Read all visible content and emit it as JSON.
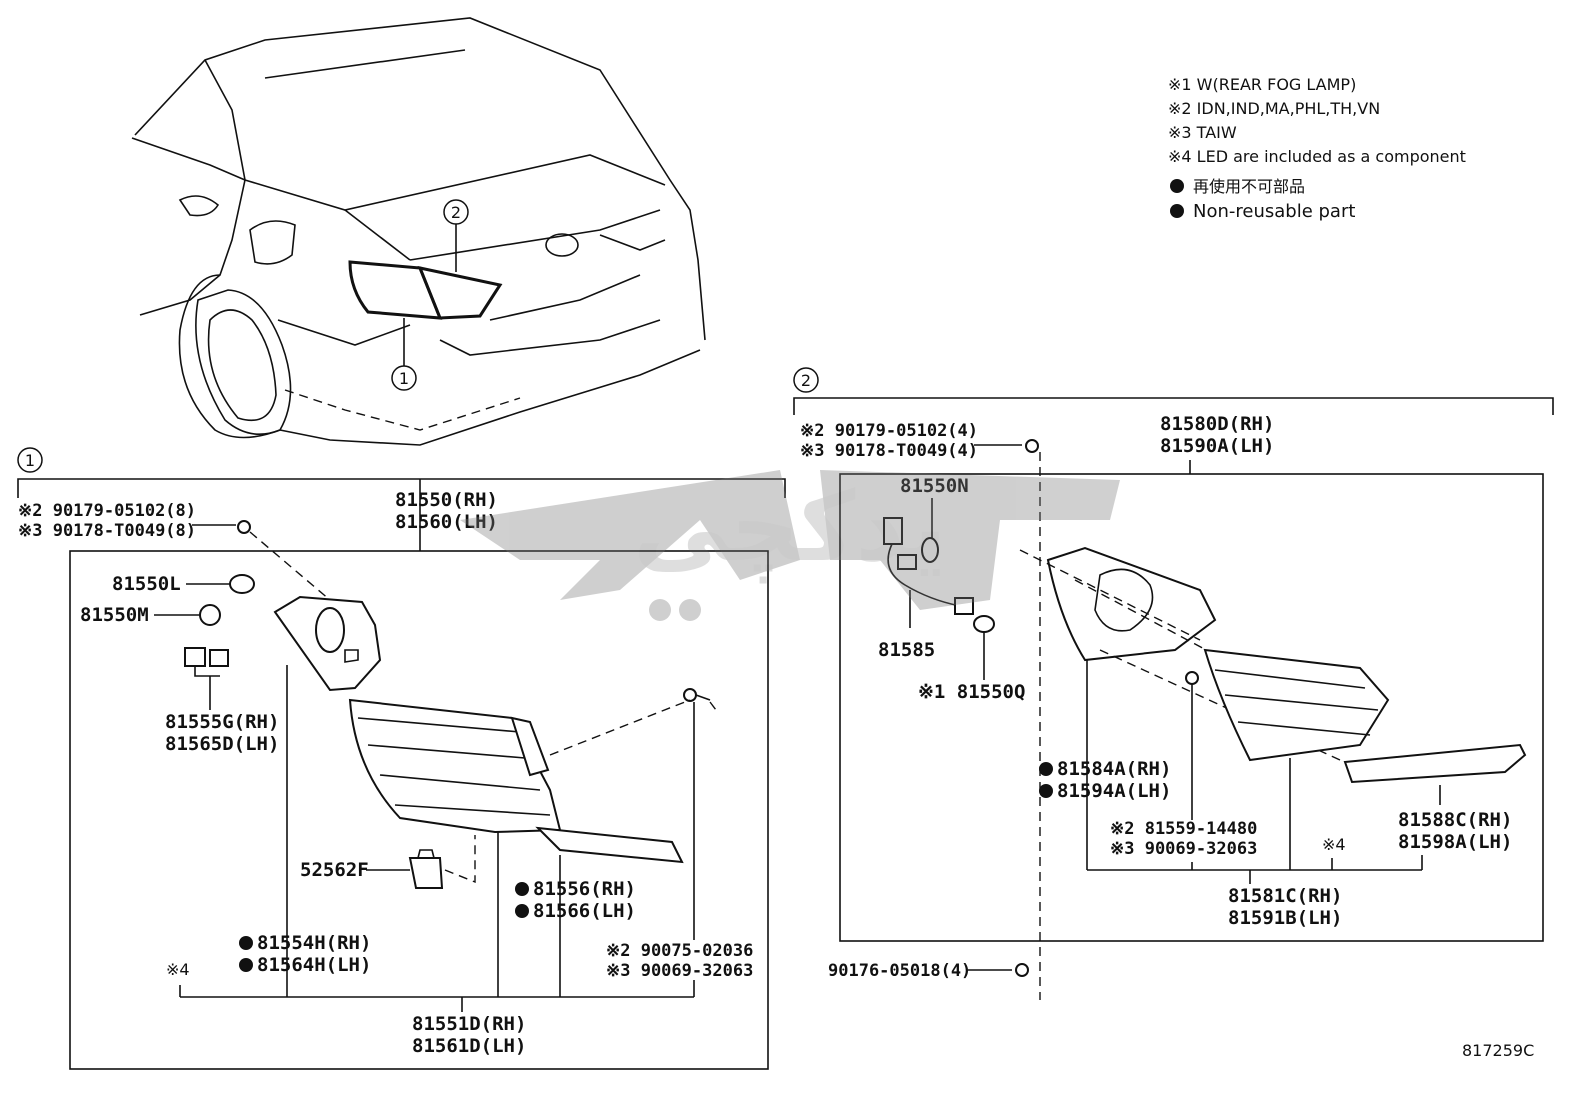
{
  "legend": {
    "note1": "※1 W(REAR FOG LAMP)",
    "note2": "※2 IDN,IND,MA,PHL,TH,VN",
    "note3": "※3 TAIW",
    "note4": "※4 LED are included as a component",
    "non_reusable_jp": "再使用不可部品",
    "non_reusable_en": "Non-reusable part"
  },
  "callouts": {
    "one": "1",
    "two": "2"
  },
  "group1": {
    "screw_note_a": "※2 90179-05102(8)",
    "screw_note_b": "※3 90178-T0049(8)",
    "assy_rh": "81550(RH)",
    "assy_lh": "81560(LH)",
    "bulb_l": "81550L",
    "socket_m": "81550M",
    "socket_g_rh": "81555G(RH)",
    "socket_d_lh": "81565D(LH)",
    "clip": "52562F",
    "gasket_rh": "81556(RH)",
    "gasket_lh": "81566(LH)",
    "lens_rh": "81554H(RH)",
    "lens_lh": "81564H(LH)",
    "screw2_a": "※2 90075-02036",
    "screw2_b": "※3 90069-32063",
    "note4_mark": "※4",
    "unit_rh": "81551D(RH)",
    "unit_lh": "81561D(LH)"
  },
  "group2": {
    "screw_note_a": "※2 90179-05102(4)",
    "screw_note_b": "※3 90178-T0049(4)",
    "assy_rh": "81580D(RH)",
    "assy_lh": "81590A(LH)",
    "bulb_n": "81550N",
    "wire": "81585",
    "bulb_q": "※1 81550Q",
    "gasket_rh": "81584A(RH)",
    "gasket_lh": "81594A(LH)",
    "screw_a": "※2 81559-14480",
    "screw_b": "※3 90069-32063",
    "note4_mark": "※4",
    "reflector_rh": "81588C(RH)",
    "reflector_lh": "81598A(LH)",
    "unit_rh": "81581C(RH)",
    "unit_lh": "81591B(LH)",
    "nut": "90176-05018(4)"
  },
  "watermark": "یدکچی",
  "diagram_id": "817259C"
}
